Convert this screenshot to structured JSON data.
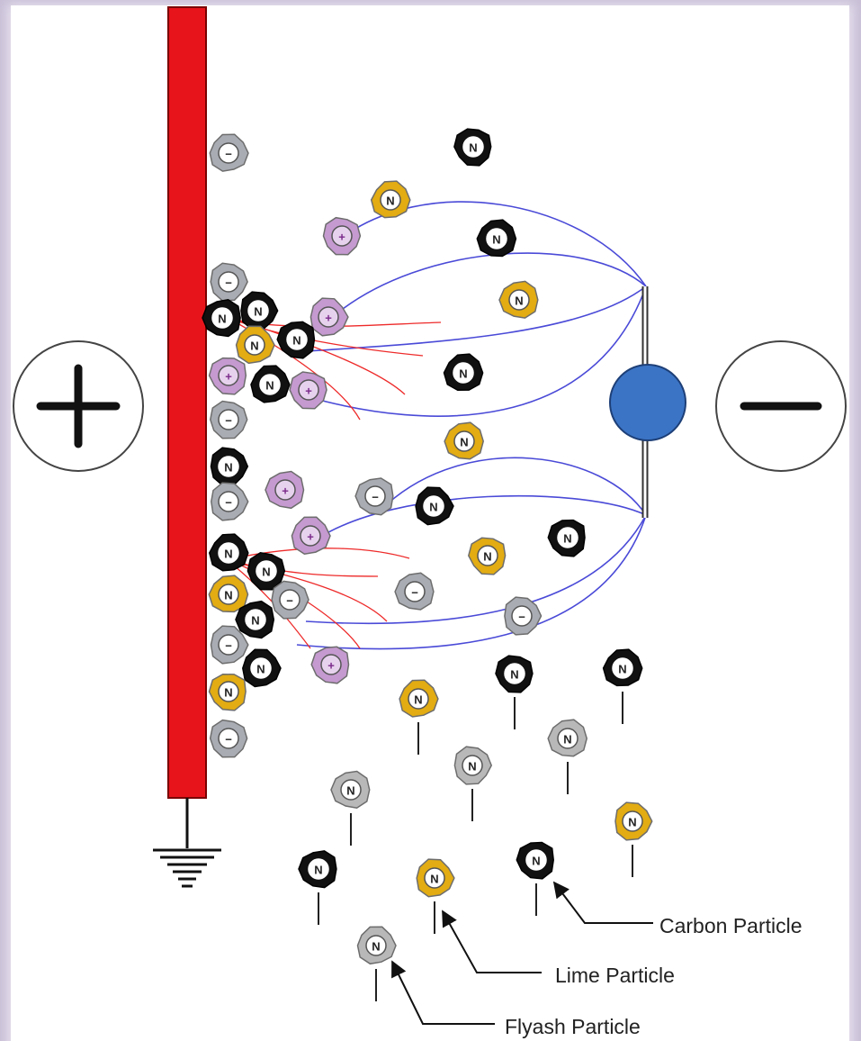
{
  "diagram": {
    "positive_sign": "+",
    "negative_sign": "−",
    "labels": {
      "carbon": "Carbon Particle",
      "lime": "Lime Particle",
      "flyash": "Flyash Particle"
    },
    "particle_marks": {
      "neutral": "N",
      "negative": "−",
      "positive": "+"
    }
  },
  "colors": {
    "background": "#c8bfd6",
    "panel": "#ffffff",
    "plate": "#e8141b",
    "field_lines": "#4a4ad8",
    "streamers": "#ee2a2a",
    "electrode": "#3b74c5",
    "carbon": "#111111",
    "lime": "#e2ac12",
    "flyash": "#b8b8b8",
    "negative_ion": "#a9acb3",
    "positive_ion": "#c59ad0"
  }
}
